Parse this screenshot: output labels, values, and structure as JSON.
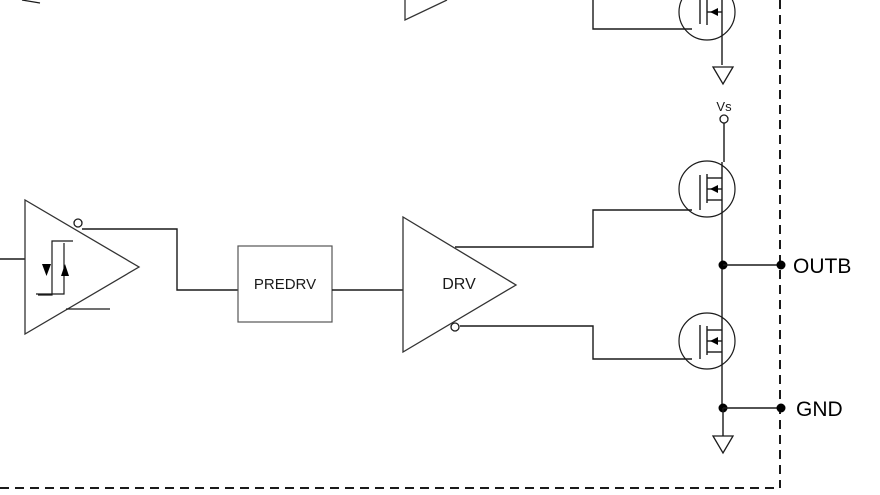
{
  "blocks": {
    "predriver": "PREDRV",
    "driver": "DRV"
  },
  "pins": {
    "output": "OUTB",
    "ground": "GND"
  },
  "supply_label": "Vs",
  "colors": {
    "line": "#1a1a1a",
    "background": "#ffffff"
  }
}
